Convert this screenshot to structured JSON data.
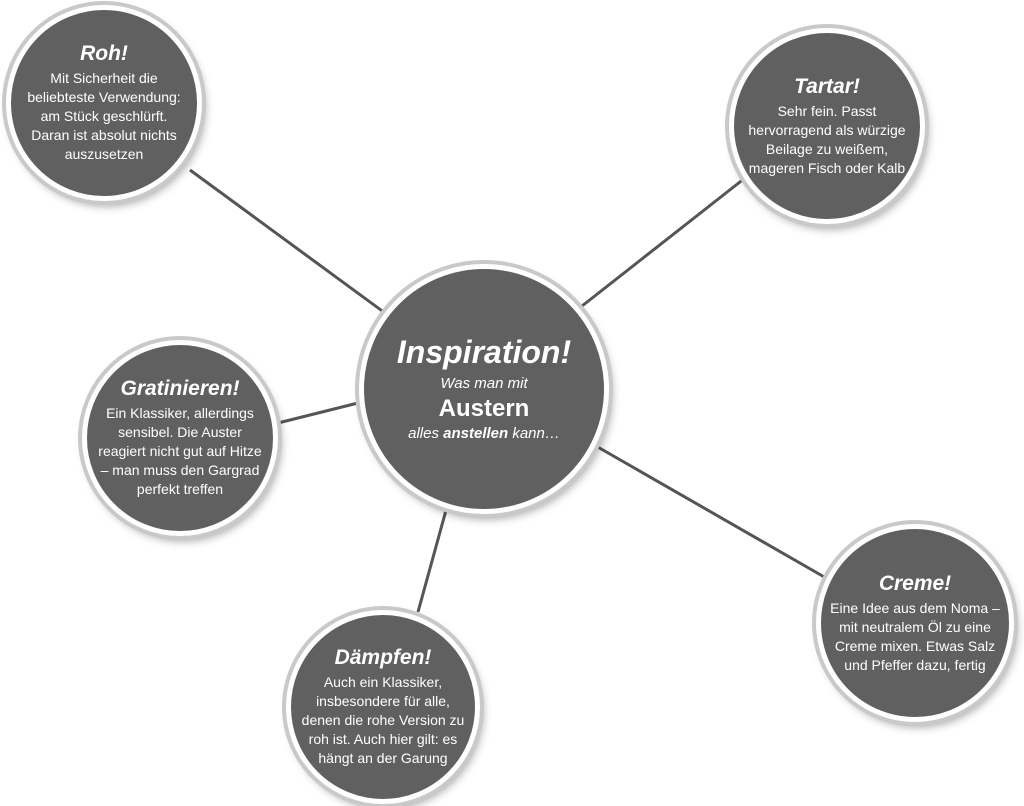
{
  "center": {
    "title": "Inspiration!",
    "line1": "Was man mit",
    "line2": "Austern",
    "line3_pre": "alles ",
    "line3_emph": "anstellen",
    "line3_post": " kann…"
  },
  "nodes": {
    "roh": {
      "title": "Roh!",
      "text": "Mit Sicherheit die beliebteste Verwendung: am Stück geschlürft. Daran ist absolut nichts auszusetzen"
    },
    "tartar": {
      "title": "Tartar!",
      "text": "Sehr fein. Passt hervorragend als würzige Beilage zu weißem, mageren Fisch oder Kalb"
    },
    "gratinieren": {
      "title": "Gratinieren!",
      "text": "Ein Klassiker, allerdings sensibel. Die Auster reagiert nicht gut auf Hitze – man muss den Gargrad perfekt treffen"
    },
    "daempfen": {
      "title": "Dämpfen!",
      "text": "Auch ein Klassiker, insbesondere für alle, denen die rohe Version zu roh ist. Auch hier gilt: es hängt an der Garung"
    },
    "creme": {
      "title": "Creme!",
      "text": "Eine Idee aus dem Noma – mit neutralem Öl zu eine Creme mixen. Etwas Salz und Pfeffer dazu, fertig"
    }
  },
  "colors": {
    "node_fill": "#606060",
    "node_ring": "#c9c9c9",
    "connector": "#555555",
    "text": "#ffffff"
  }
}
